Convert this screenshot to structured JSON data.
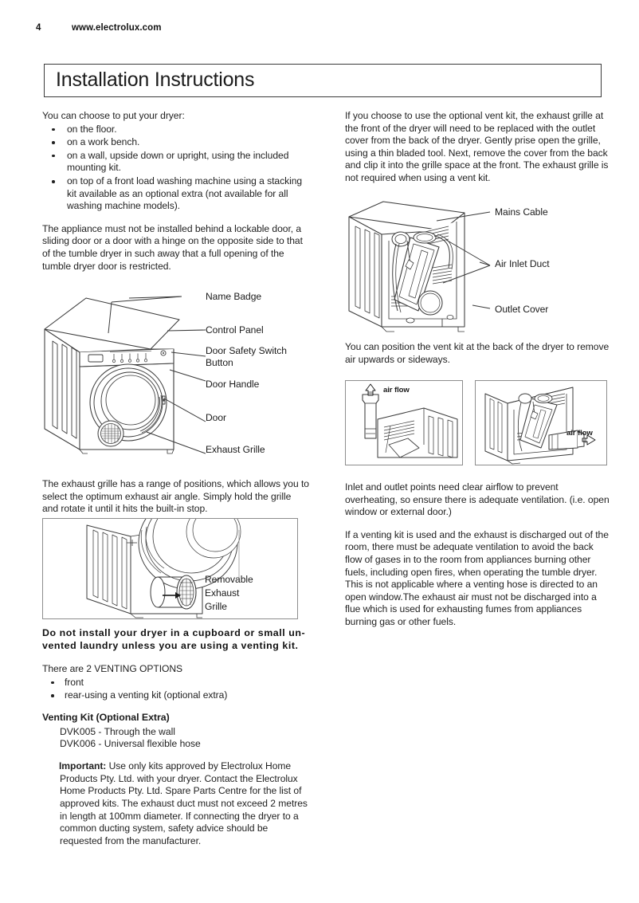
{
  "header": {
    "page_number": "4",
    "website": "www.electrolux.com"
  },
  "title": "Installation Instructions",
  "left_column": {
    "intro": "You can choose to put your dryer:",
    "placement_bullets": [
      "on the floor.",
      "on a work bench.",
      "on a wall, upside down or upright, using the included mounting kit.",
      "on top of a front load washing machine using a stacking kit available as an optional extra (not available  for all washing machine models)."
    ],
    "lockable_door_para": "The appliance must not be installed behind a lockable door, a sliding door or a door with a hinge on the opposite side to that of the tumble dryer in such away that a full opening of the tumble dryer door is restricted.",
    "front_figure_labels": [
      "Name Badge",
      "Control Panel",
      "Door Safety Switch\nButton",
      "Door Handle",
      "Door",
      "Exhaust Grille"
    ],
    "exhaust_grille_para": "The exhaust grille has a range of positions, which allows you to select the optimum exhaust air angle. Simply hold the grille and rotate it until it hits the built-in stop.",
    "removable_grille_label": "Removable\nExhaust\nGrille",
    "warning": "Do not install your dryer in a cupboard or small un-vented laundry unless you are using a venting kit.",
    "venting_options_heading": "There are 2 VENTING OPTIONS",
    "venting_options": [
      "front",
      "rear-using a venting kit (optional extra)"
    ],
    "venting_kit_heading": "Venting Kit  (Optional Extra)",
    "venting_kits": [
      "DVK005 - Through the wall",
      "DVK006 - Universal flexible hose"
    ],
    "important_label": "Important:",
    "important_para": " Use only kits approved by Electrolux Home Products Pty. Ltd. with your dryer. Contact the Electrolux Home Products Pty. Ltd. Spare Parts Centre for the list of approved kits. The exhaust duct must not exceed 2 metres in length at 100mm diameter. If connecting the dryer to a common ducting system, safety advice should be requested from the manufacturer."
  },
  "right_column": {
    "vent_kit_para": "If you choose to use the optional vent kit, the exhaust grille at the front of the dryer will need to be replaced with the outlet cover from the back of the dryer. Gently prise open the grille, using a thin bladed tool. Next, remove the cover from the back and clip it into the grille space at the front. The exhaust grille is not required when using a vent kit.",
    "rear_figure_labels": [
      "Mains Cable",
      "Air Inlet Duct",
      "Outlet Cover"
    ],
    "position_para": "You can position the vent kit at the back of the dryer to remove air upwards or sideways.",
    "airflow_label_up": "air flow",
    "airflow_label_side": "air flow",
    "inlet_outlet_para": "Inlet and outlet points need clear airflow to prevent overheating, so ensure there is adequate ventilation. (i.e. open window or external door.)",
    "venting_kit_para": "If a venting kit is used and the exhaust is discharged out of the room, there must be adequate ventilation to avoid the back flow of gases in to the room from appliances burning other fuels, including open fires, when operating the tumble dryer. This is not applicable where a venting hose is directed to an open window.The exhaust air must not be discharged into a flue which is used for exhausting fumes from appliances burning gas or other fuels."
  },
  "colors": {
    "text": "#1b1b1b",
    "line": "#3a3a3a",
    "box_border": "#8d8d8d"
  }
}
